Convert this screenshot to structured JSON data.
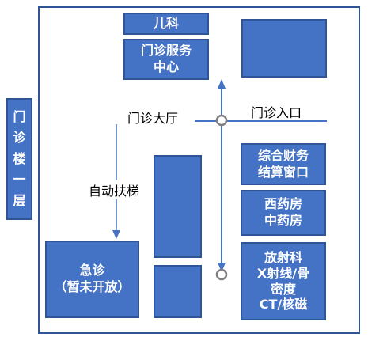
{
  "title_floor": "门\n诊\n楼\n一\n层",
  "rooms": {
    "pediatrics": "儿科",
    "service_center": "门诊服务\n中心",
    "finance": "综合财务\n结算窗口",
    "pharmacy": "西药房\n中药房",
    "radiology": "放射科\nX射线/骨\n密度\nCT/核磁",
    "emergency": "急诊\n（暂未开放）"
  },
  "labels": {
    "hall": "门诊大厅",
    "entrance": "门诊入口",
    "escalator": "自动扶梯"
  },
  "colors": {
    "box_fill": "#4472c4",
    "box_border": "#2f5597",
    "frame": "#2f5597",
    "line": "#4472c4"
  }
}
